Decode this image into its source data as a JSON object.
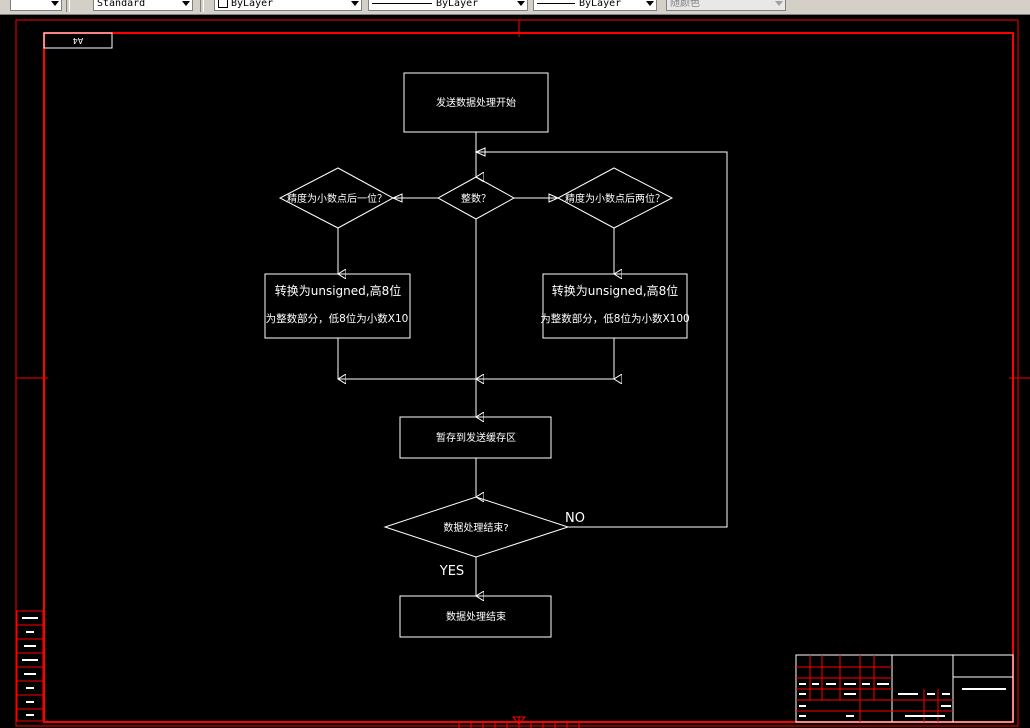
{
  "toolbar": {
    "text_style": "Standard",
    "color_layer": "ByLayer",
    "linetype": "ByLayer",
    "lineweight": "ByLayer",
    "plot_style": "随颜色"
  },
  "drawing": {
    "sheet_label": "A4",
    "flowchart": {
      "start": "发送数据处理开始",
      "decision_integer": "整数？",
      "decision_one_decimal": "精度为小数点后一位？",
      "decision_two_decimal": "精度为小数点后两位？",
      "convert_left_line1": "转换为unsigned,高8位",
      "convert_left_line2": "为整数部分，低8位为小数X10",
      "convert_right_line1": "转换为unsigned,高8位",
      "convert_right_line2": "为整数部分，低8位为小数X100",
      "buffer": "暂存到发送缓存区",
      "decision_end": "数据处理结束?",
      "label_no": "NO",
      "label_yes": "YES",
      "end": "数据处理结束"
    }
  },
  "colors": {
    "frame": "#ff0000",
    "lines": "#ffffff",
    "background": "#000000"
  }
}
